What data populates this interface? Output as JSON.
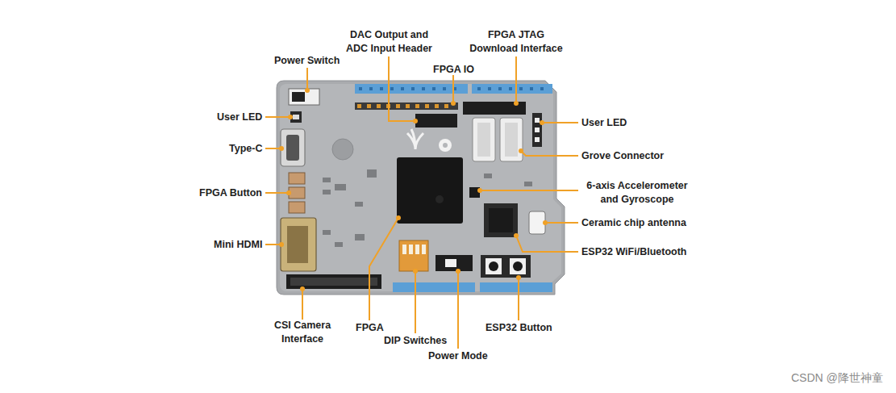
{
  "diagram": {
    "labels": [
      "DAC Output and ADC Input Header",
      "FPGA JTAG Download Interface",
      "Power Switch",
      "FPGA IO",
      "User LED",
      "User LED",
      "Type-C",
      "Grove Connector",
      "6-axis Accelerometer and Gyroscope",
      "FPGA Button",
      "Ceramic chip antenna",
      "Mini HDMI",
      "ESP32 WiFi/Bluetooth",
      "CSI Camera Interface",
      "FPGA",
      "DIP Switches",
      "ESP32 Button",
      "Power Mode",
      "CSDN @降世神童"
    ]
  }
}
